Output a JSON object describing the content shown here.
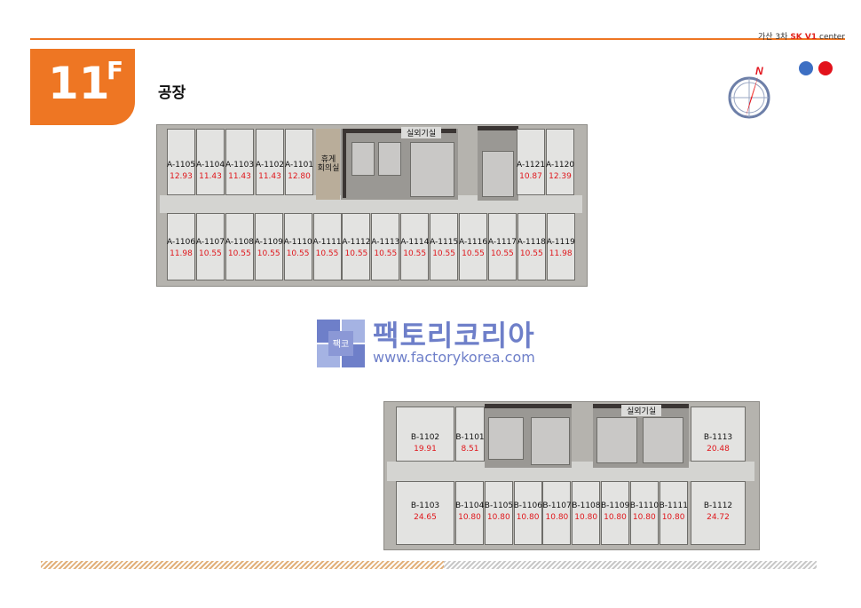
{
  "header": {
    "brand_prefix": "가산 3차",
    "brand_sk": "SK V1",
    "brand_suffix": "center"
  },
  "floor": {
    "number": "11",
    "suffix": "F"
  },
  "subtitle": "공장",
  "compass": {
    "label": "N"
  },
  "colors": {
    "accent": "#ee7623",
    "area_text": "#e0161b",
    "dot_blue": "#3d6fc3",
    "dot_red": "#e2121b"
  },
  "plan_a": {
    "core_label": "실외기실",
    "lounge_label": "휴게\n회의실",
    "top_units": [
      {
        "id": "A-1105",
        "area": "12.93"
      },
      {
        "id": "A-1104",
        "area": "11.43"
      },
      {
        "id": "A-1103",
        "area": "11.43"
      },
      {
        "id": "A-1102",
        "area": "11.43"
      },
      {
        "id": "A-1101",
        "area": "12.80"
      }
    ],
    "top_right_units": [
      {
        "id": "A-1121",
        "area": "10.87"
      },
      {
        "id": "A-1120",
        "area": "12.39"
      }
    ],
    "bottom_units": [
      {
        "id": "A-1106",
        "area": "11.98"
      },
      {
        "id": "A-1107",
        "area": "10.55"
      },
      {
        "id": "A-1108",
        "area": "10.55"
      },
      {
        "id": "A-1109",
        "area": "10.55"
      },
      {
        "id": "A-1110",
        "area": "10.55"
      },
      {
        "id": "A-1111",
        "area": "10.55"
      },
      {
        "id": "A-1112",
        "area": "10.55"
      },
      {
        "id": "A-1113",
        "area": "10.55"
      },
      {
        "id": "A-1114",
        "area": "10.55"
      },
      {
        "id": "A-1115",
        "area": "10.55"
      },
      {
        "id": "A-1116",
        "area": "10.55"
      },
      {
        "id": "A-1117",
        "area": "10.55"
      },
      {
        "id": "A-1118",
        "area": "10.55"
      },
      {
        "id": "A-1119",
        "area": "11.98"
      }
    ]
  },
  "plan_b": {
    "core_label": "실외기실",
    "top_units": [
      {
        "id": "B-1102",
        "area": "19.91"
      },
      {
        "id": "B-1101",
        "area": "8.51"
      },
      {
        "id": "B-1113",
        "area": "20.48"
      }
    ],
    "bottom_units": [
      {
        "id": "B-1103",
        "area": "24.65"
      },
      {
        "id": "B-1104",
        "area": "10.80"
      },
      {
        "id": "B-1105",
        "area": "10.80"
      },
      {
        "id": "B-1106",
        "area": "10.80"
      },
      {
        "id": "B-1107",
        "area": "10.80"
      },
      {
        "id": "B-1108",
        "area": "10.80"
      },
      {
        "id": "B-1109",
        "area": "10.80"
      },
      {
        "id": "B-1110",
        "area": "10.80"
      },
      {
        "id": "B-1111",
        "area": "10.80"
      },
      {
        "id": "B-1112",
        "area": "24.72"
      }
    ]
  },
  "watermark": {
    "logo_text": "팩코",
    "title": "팩토리코리아",
    "url": "www.factorykorea.com"
  }
}
